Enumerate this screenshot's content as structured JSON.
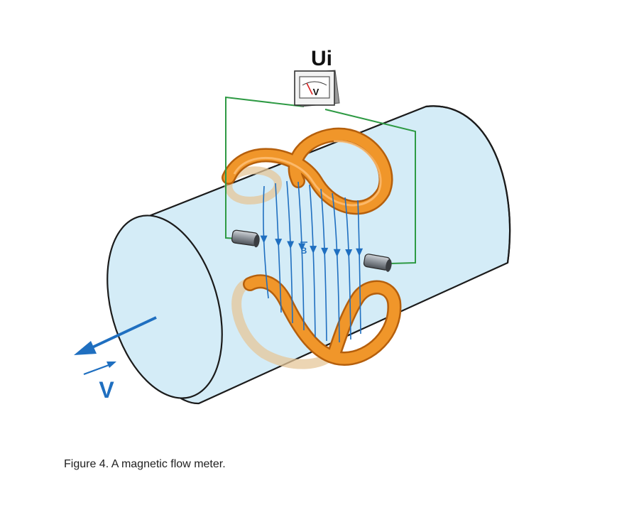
{
  "labels": {
    "voltage_symbol": "Ui",
    "meter_symbol": "V",
    "field_symbol": "B",
    "velocity_symbol": "V"
  },
  "caption": "Figure 4. A magnetic flow meter.",
  "colors": {
    "pipe_fill": "#d4ecf7",
    "coil": "#f0962a",
    "coil_edge": "#b55f0c",
    "field_lines": "#1f6fc0",
    "wire": "#2e9a44",
    "flow_arrow": "#1f6fc0"
  }
}
